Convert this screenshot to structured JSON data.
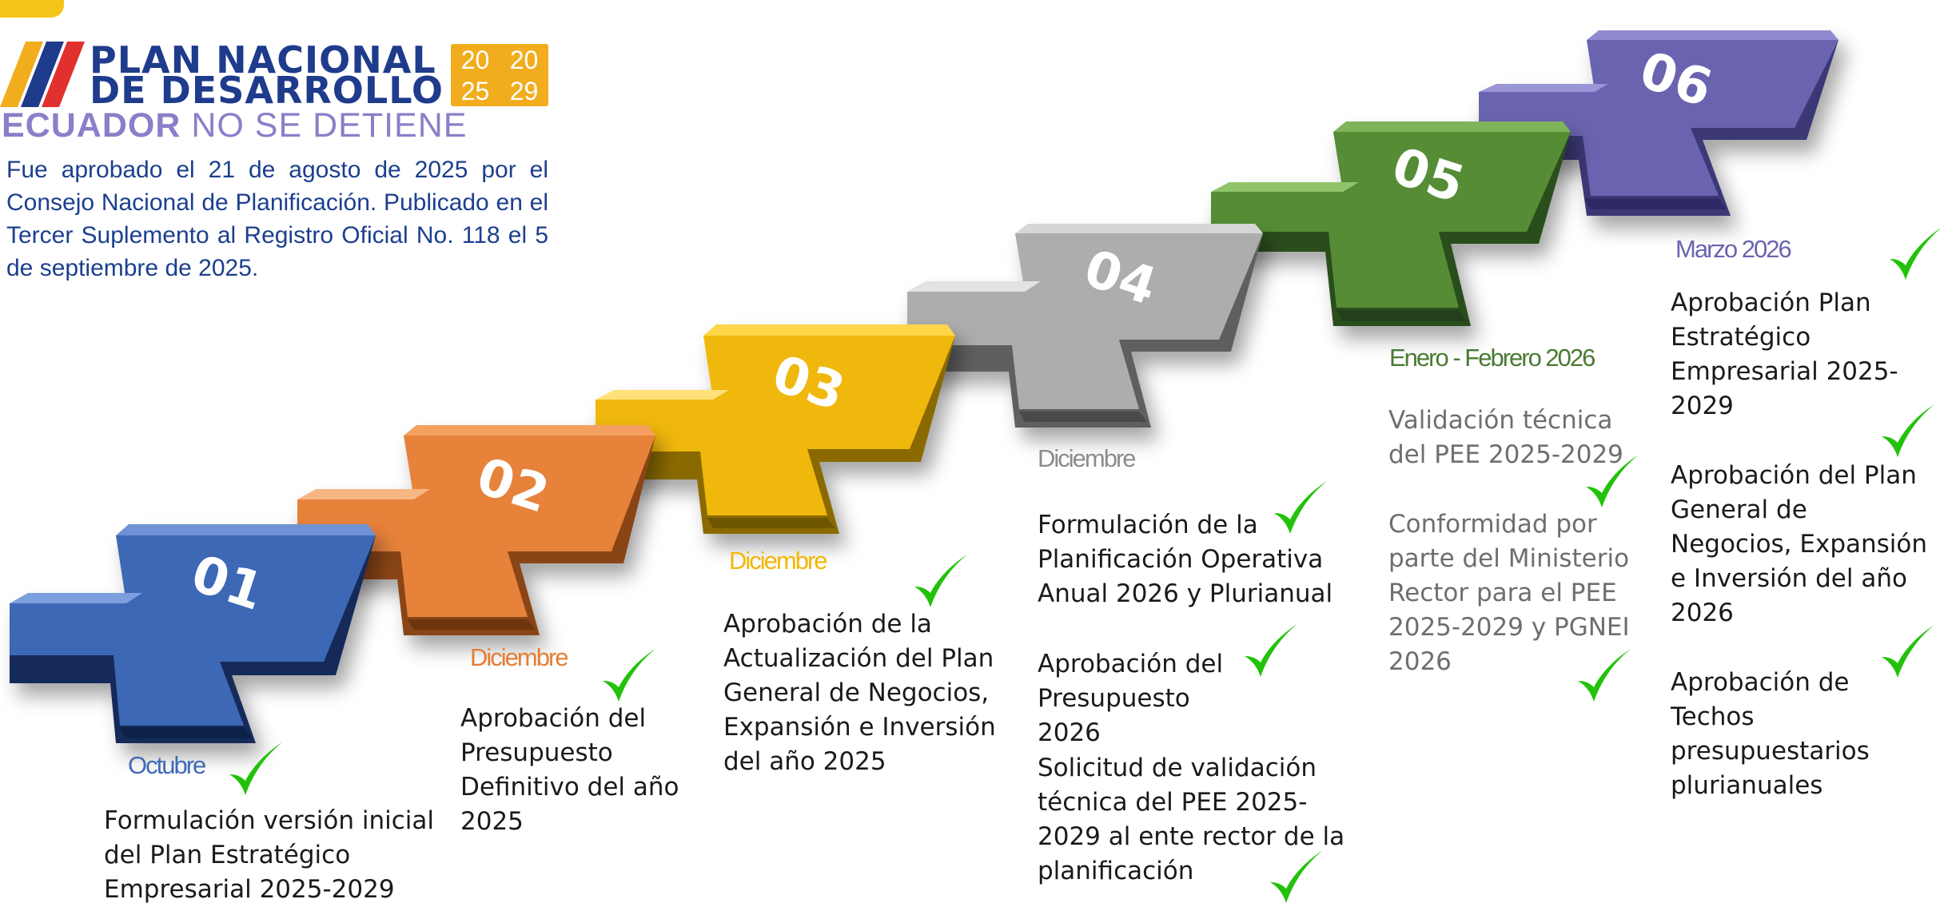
{
  "header": {
    "logo_line1": "PLAN NACIONAL",
    "logo_line2": "DE DESARROLLO",
    "year_digits": [
      "20",
      "20",
      "25",
      "29"
    ],
    "slogan_bold": "ECUADOR",
    "slogan_rest": "NO SE DETIENE",
    "description": "Fue aprobado el 21 de agosto de 2025 por el Consejo Nacional de Planificación. Publicado en el Tercer Suplemento al Registro Oficial No. 118 el 5 de septiembre de 2025."
  },
  "colors": {
    "step1": "#3b64b2",
    "step2": "#e57d31",
    "step3": "#efb70e",
    "step4": "#a8a8a8",
    "step5": "#4e8a32",
    "step6": "#6a64b0",
    "check": "#22c20a"
  },
  "steps": [
    {
      "number": "01",
      "month": "Octubre",
      "month_color": "#3f6ab8",
      "tasks": [
        "Formulación versión inicial del Plan Estratégico Empresarial 2025-2029"
      ]
    },
    {
      "number": "02",
      "month": "Diciembre",
      "month_color": "#e57d31",
      "tasks": [
        "Aprobación del Presupuesto Definitivo del año 2025"
      ]
    },
    {
      "number": "03",
      "month": "Diciembre",
      "month_color": "#f2b705",
      "tasks": [
        "Aprobación de la Actualización del Plan General de Negocios, Expansión e Inversión del año 2025"
      ]
    },
    {
      "number": "04",
      "month": "Diciembre",
      "month_color": "#8c8c8c",
      "tasks": [
        "Formulación de la Planificación Operativa Anual 2026 y Plurianual",
        "Aprobación del Presupuesto 2026",
        "Solicitud de validación técnica del PEE 2025-2029 al ente rector de la planificación"
      ]
    },
    {
      "number": "05",
      "month": "Enero - Febrero 2026",
      "month_color": "#4a7a32",
      "tasks": [
        "Validación técnica del PEE 2025-2029",
        "Conformidad por parte del Ministerio Rector para el PEE 2025-2029 y PGNEI 2026"
      ]
    },
    {
      "number": "06",
      "month": "Marzo 2026",
      "month_color": "#6a64b0",
      "tasks": [
        "Aprobación Plan Estratégico Empresarial 2025-2029",
        "Aprobación del  Plan General de Negocios, Expansión e Inversión del año 2026",
        "Aprobación de Techos presupuestarios plurianuales"
      ]
    }
  ]
}
